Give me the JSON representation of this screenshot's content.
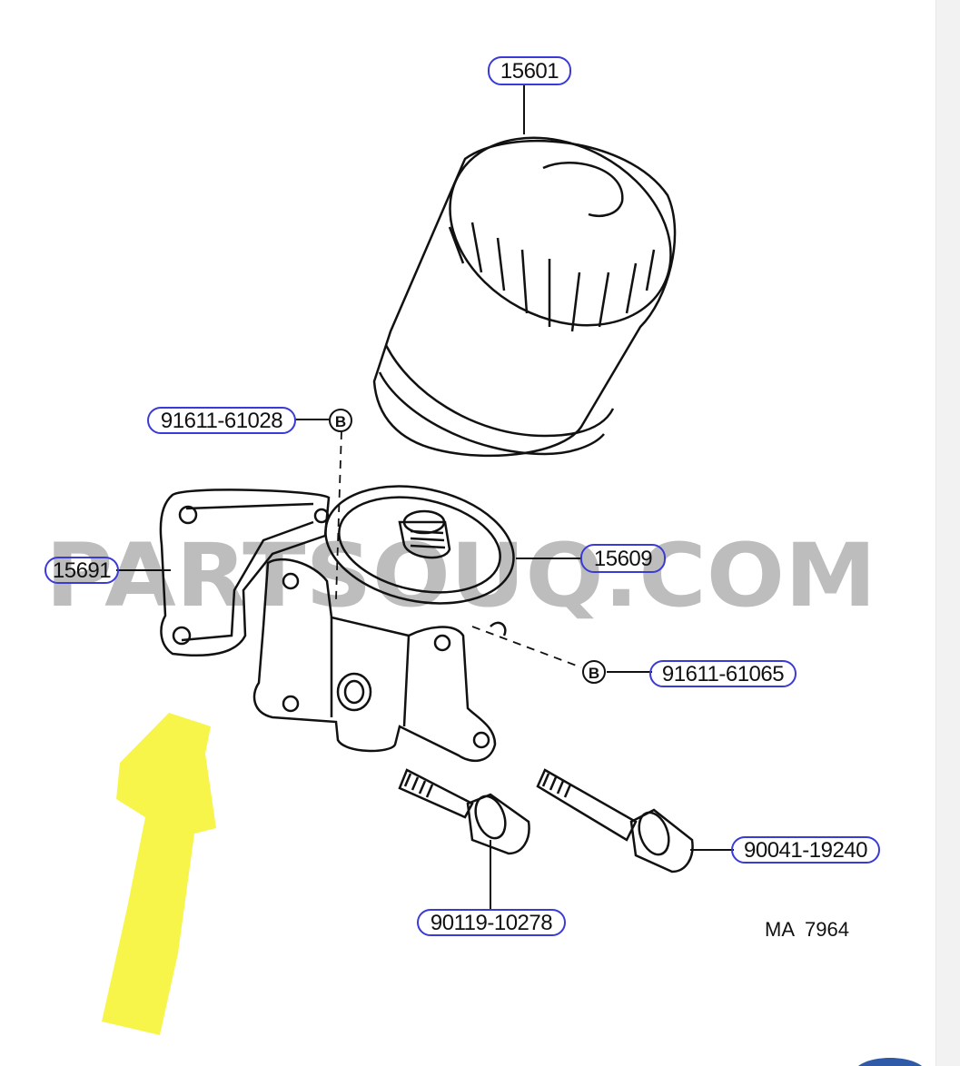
{
  "watermark": "PARTSOUQ.COM",
  "drawing_code": "MA  7964",
  "bolt_marker": "B",
  "parts": {
    "oil_filter": "15601",
    "bracket": "15609",
    "gasket": "15691",
    "plug_upper": "91611-61028",
    "plug_lower": "91611-61065",
    "bolt_short": "90119-10278",
    "bolt_long": "90041-19240"
  },
  "colors": {
    "callout_border": "#3a3ad6",
    "highlight_arrow": "#f7f54a",
    "watermark": "#bdbdbd"
  }
}
